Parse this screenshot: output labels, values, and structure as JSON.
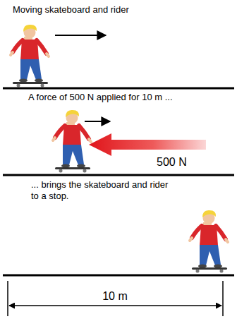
{
  "diagram": {
    "labels": [
      "Moving skateboard and rider",
      "A force of 500 N applied for 10 m ...",
      "500 N",
      "... brings the skateboard and rider to a stop.",
      "10 m"
    ]
  }
}
